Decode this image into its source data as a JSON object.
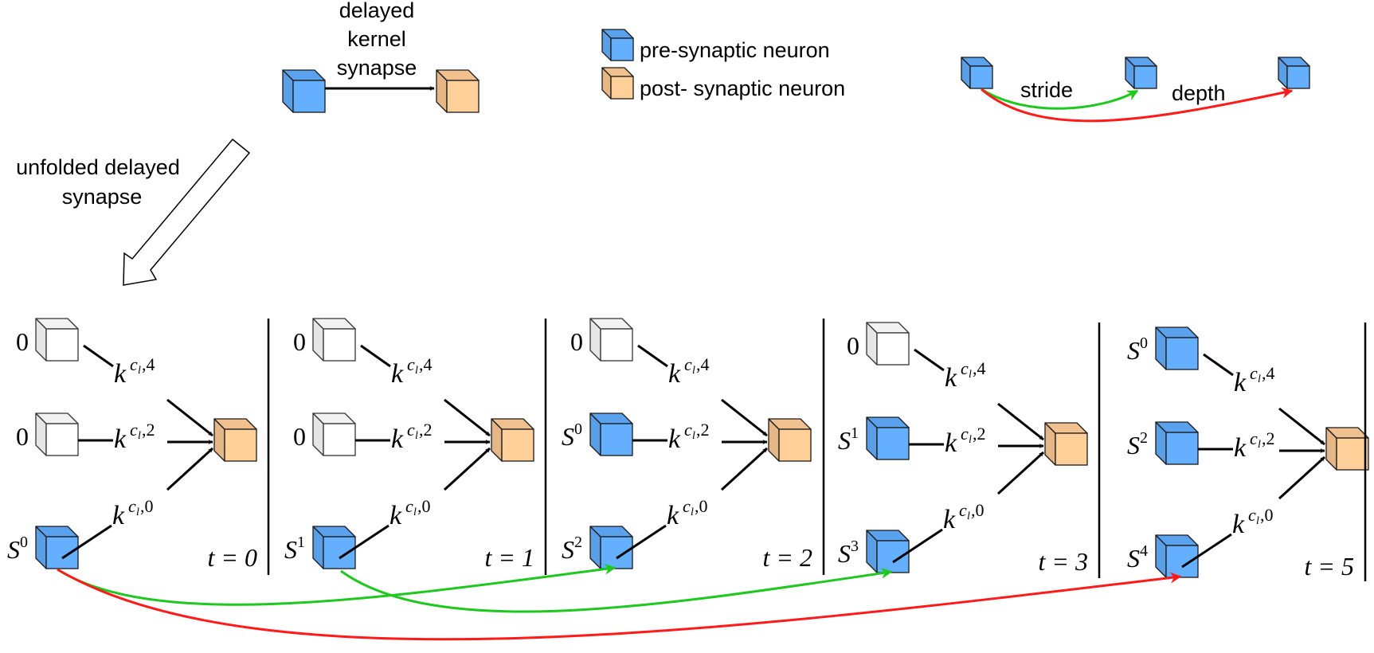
{
  "legend": {
    "kernel": {
      "text_lines": [
        "delayed",
        "kernel",
        "synapse"
      ]
    },
    "neurons": [
      {
        "type": "pre",
        "label": "pre-synaptic neuron"
      },
      {
        "type": "post",
        "label": "post- synaptic neuron"
      }
    ],
    "arrows": {
      "stride_label": "stride",
      "depth_label": "depth"
    }
  },
  "unfold_label_lines": [
    "unfolded delayed",
    "synapse"
  ],
  "colors": {
    "pre_front": "#64b0ff",
    "pre_side": "#5a9ee5",
    "pre_top": "#5aa2ee",
    "post_front": "#ffcf99",
    "post_side": "#e6b786",
    "post_top": "#f0c08e",
    "empty_front": "#ffffff",
    "empty_side": "#e6e6e6",
    "empty_top": "#f2f2f2",
    "stride": "#1ec81e",
    "depth": "#ff1a1a"
  },
  "kernel_labels": [
    {
      "base": "k",
      "sup": "c",
      "sub": "l",
      "idx": "4"
    },
    {
      "base": "k",
      "sup": "c",
      "sub": "l",
      "idx": "2"
    },
    {
      "base": "k",
      "sup": "c",
      "sub": "l",
      "idx": "0"
    }
  ],
  "panels": [
    {
      "time": "t = 0",
      "inputs": [
        {
          "kind": "empty",
          "label": "0"
        },
        {
          "kind": "empty",
          "label": "0"
        },
        {
          "kind": "spike",
          "label": "S",
          "sup": "0"
        }
      ]
    },
    {
      "time": "t = 1",
      "inputs": [
        {
          "kind": "empty",
          "label": "0"
        },
        {
          "kind": "empty",
          "label": "0"
        },
        {
          "kind": "spike",
          "label": "S",
          "sup": "1"
        }
      ]
    },
    {
      "time": "t = 2",
      "inputs": [
        {
          "kind": "empty",
          "label": "0"
        },
        {
          "kind": "spike",
          "label": "S",
          "sup": "0"
        },
        {
          "kind": "spike",
          "label": "S",
          "sup": "2"
        }
      ]
    },
    {
      "time": "t = 3",
      "inputs": [
        {
          "kind": "empty",
          "label": "0"
        },
        {
          "kind": "spike",
          "label": "S",
          "sup": "1"
        },
        {
          "kind": "spike",
          "label": "S",
          "sup": "3"
        }
      ]
    },
    {
      "time": "t = 5",
      "inputs": [
        {
          "kind": "spike",
          "label": "S",
          "sup": "0"
        },
        {
          "kind": "spike",
          "label": "S",
          "sup": "2"
        },
        {
          "kind": "spike",
          "label": "S",
          "sup": "4"
        }
      ]
    }
  ],
  "cross_links": [
    {
      "kind": "stride",
      "from_panel": 0,
      "to_panel": 2
    },
    {
      "kind": "stride",
      "from_panel": 1,
      "to_panel": 3
    },
    {
      "kind": "depth",
      "from_panel": 0,
      "to_panel": 4
    }
  ]
}
